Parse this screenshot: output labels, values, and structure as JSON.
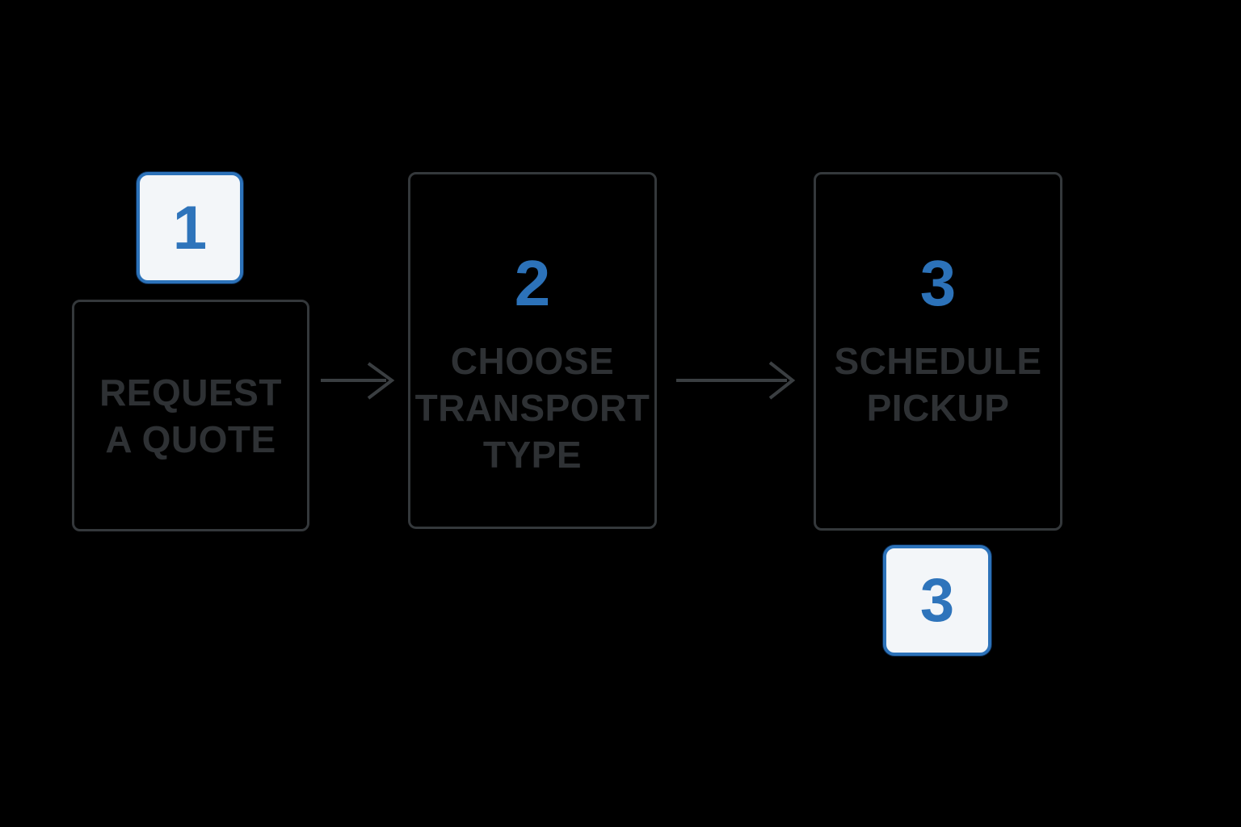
{
  "page": {
    "background": "#000000",
    "description": "Three-step shipping process flow diagram"
  },
  "colors": {
    "accent_blue": "#2c72b9",
    "badge_background": "#f3f6f9",
    "box_border": "#34383b",
    "step_text": "#2e3134",
    "arrow": "#3a3e41"
  },
  "icons": {
    "arrow_right_icon": "→"
  },
  "annotations": {
    "badge_1": "1",
    "badge_3": "3"
  },
  "steps": [
    {
      "number": "",
      "lines": [
        "REQUEST",
        "A QUOTE"
      ]
    },
    {
      "number": "2",
      "lines": [
        "CHOOSE",
        "TRANSPORT",
        "TYPE"
      ]
    },
    {
      "number": "3",
      "lines": [
        "SCHEDULE",
        "PICKUP"
      ]
    }
  ]
}
